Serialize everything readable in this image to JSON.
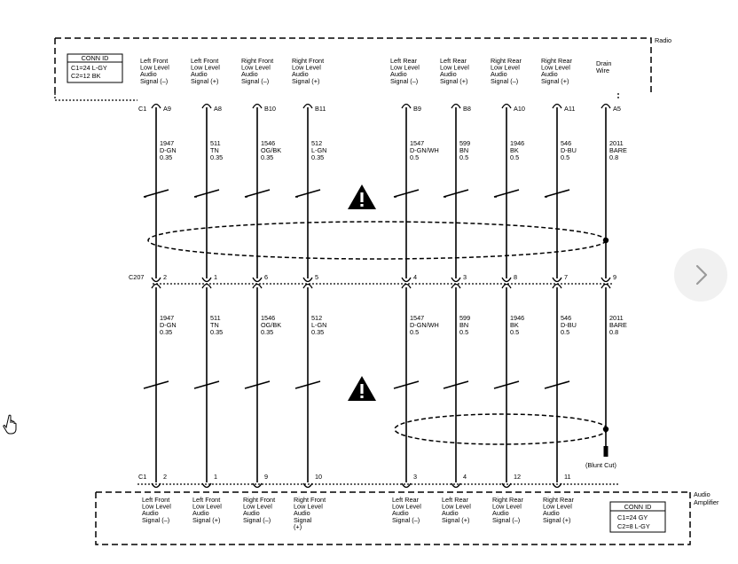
{
  "radio": {
    "name": "Radio",
    "conn_id_title": "CONN ID",
    "conn_id_lines": [
      "C1=24 L-GY",
      "C2=12 BK"
    ],
    "connector": "C1",
    "drain_label": [
      "Drain",
      "Wire"
    ]
  },
  "amplifier": {
    "name": [
      "Audio",
      "Amplifier"
    ],
    "conn_id_title": "CONN ID",
    "conn_id_lines": [
      "C1=24 GY",
      "C2=8 L-GY"
    ],
    "connector": "C1"
  },
  "inline_connector": "C207",
  "blunt_cut": "(Blunt Cut)",
  "wires": [
    {
      "radio_pin": "A9",
      "c207_pin": "2",
      "amp_pin": "2",
      "circuit": "1947",
      "color": "D-GN",
      "gauge": "0.35",
      "radio_label": [
        "Left Front",
        "Low Level",
        "Audio",
        "Signal (–)"
      ],
      "amp_label": [
        "Left Front",
        "Low Level",
        "Audio",
        "Signal (–)"
      ]
    },
    {
      "radio_pin": "A8",
      "c207_pin": "1",
      "amp_pin": "1",
      "circuit": "511",
      "color": "TN",
      "gauge": "0.35",
      "radio_label": [
        "Left Front",
        "Low Level",
        "Audio",
        "Signal (+)"
      ],
      "amp_label": [
        "Left Front",
        "Low Level",
        "Audio",
        "Signal (+)"
      ]
    },
    {
      "radio_pin": "B10",
      "c207_pin": "6",
      "amp_pin": "9",
      "circuit": "1546",
      "color": "OG/BK",
      "gauge": "0.35",
      "radio_label": [
        "Right Front",
        "Low Level",
        "Audio",
        "Signal (–)"
      ],
      "amp_label": [
        "Right Front",
        "Low Level",
        "Audio",
        "Signal (–)"
      ]
    },
    {
      "radio_pin": "B11",
      "c207_pin": "5",
      "amp_pin": "10",
      "circuit": "512",
      "color": "L-GN",
      "gauge": "0.35",
      "radio_label": [
        "Right Front",
        "Low Level",
        "Audio",
        "Signal (+)"
      ],
      "amp_label": [
        "Right Front",
        "Low Level",
        "Audio",
        "Signal",
        "(+)"
      ]
    },
    {
      "radio_pin": "B9",
      "c207_pin": "4",
      "amp_pin": "3",
      "circuit": "1547",
      "color": "D-GN/WH",
      "gauge": "0.5",
      "radio_label": [
        "Left Rear",
        "Low Level",
        "Audio",
        "Signal (–)"
      ],
      "amp_label": [
        "Left Rear",
        "Low Level",
        "Audio",
        "Signal (–)"
      ]
    },
    {
      "radio_pin": "B8",
      "c207_pin": "3",
      "amp_pin": "4",
      "circuit": "599",
      "color": "BN",
      "gauge": "0.5",
      "radio_label": [
        "Left Rear",
        "Low Level",
        "Audio",
        "Signal (+)"
      ],
      "amp_label": [
        "Left Rear",
        "Low Level",
        "Audio",
        "Signal (+)"
      ]
    },
    {
      "radio_pin": "A10",
      "c207_pin": "8",
      "amp_pin": "12",
      "circuit": "1946",
      "color": "BK",
      "gauge": "0.5",
      "radio_label": [
        "Right Rear",
        "Low Level",
        "Audio",
        "Signal (–)"
      ],
      "amp_label": [
        "Right Rear",
        "Low Level",
        "Audio",
        "Signal (–)"
      ]
    },
    {
      "radio_pin": "A11",
      "c207_pin": "7",
      "amp_pin": "11",
      "circuit": "546",
      "color": "D-BU",
      "gauge": "0.5",
      "radio_label": [
        "Right Rear",
        "Low Level",
        "Audio",
        "Signal (+)"
      ],
      "amp_label": [
        "Right Rear",
        "Low Level",
        "Audio",
        "Signal (+)"
      ]
    },
    {
      "radio_pin": "A5",
      "c207_pin": "9",
      "amp_pin": "",
      "circuit": "2011",
      "color": "BARE",
      "gauge": "0.8",
      "radio_label": [],
      "amp_label": []
    }
  ],
  "icons": {
    "warning": "warning-triangle-icon",
    "next": "chevron-right-icon",
    "cursor": "hand-pointer-icon"
  },
  "colors": {
    "line": "#000000",
    "nav_bg": "#f1f1f1",
    "nav_chevron": "#9a9a9a"
  }
}
